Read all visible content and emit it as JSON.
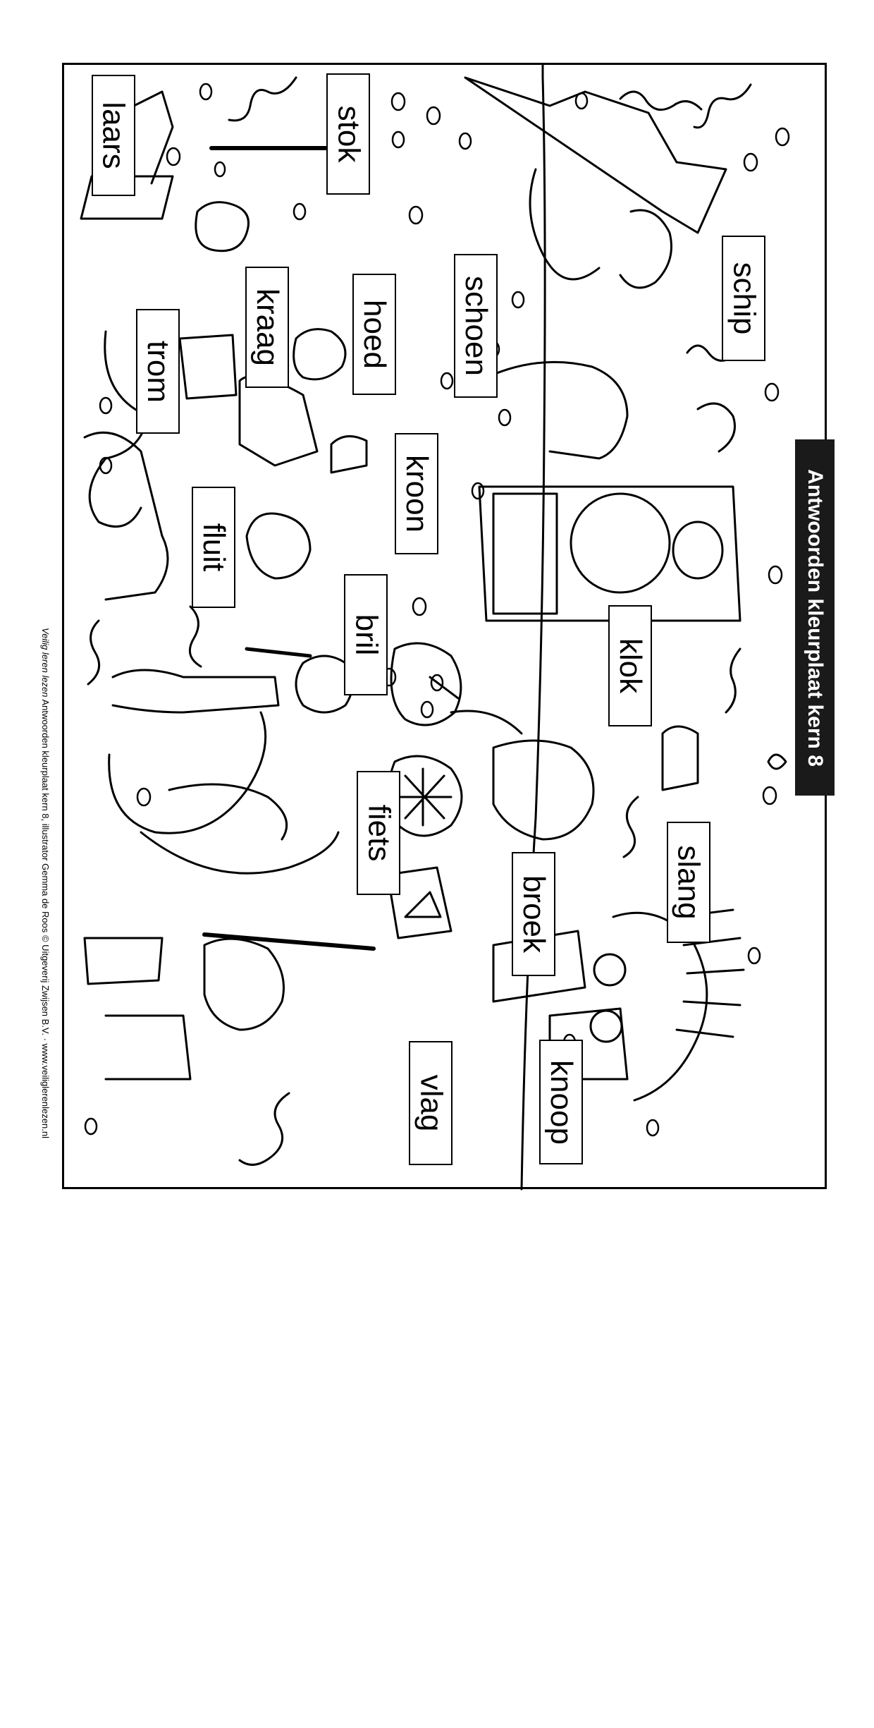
{
  "credit": {
    "italic": "Veilig leren lezen",
    "text": "Antwoorden kleurplaat kern 8, illustrator Gemma de Roos © Uitgeverij Zwijsen B.V. · www.veiliglerenlezen.nl"
  },
  "title": "Antwoorden kleurplaat kern 8",
  "labels": {
    "laars": "laars",
    "stok": "stok",
    "kraag": "kraag",
    "hoed": "hoed",
    "schoen": "schoen",
    "schip": "schip",
    "trom": "trom",
    "kroon": "kroon",
    "fluit": "fluit",
    "bril": "bril",
    "klok": "klok",
    "fiets": "fiets",
    "slang": "slang",
    "broek": "broek",
    "vlag": "vlag",
    "knoop": "knoop"
  },
  "colors": {
    "ink": "#000000",
    "paper": "#ffffff",
    "title_bg": "#1a1a1a"
  }
}
